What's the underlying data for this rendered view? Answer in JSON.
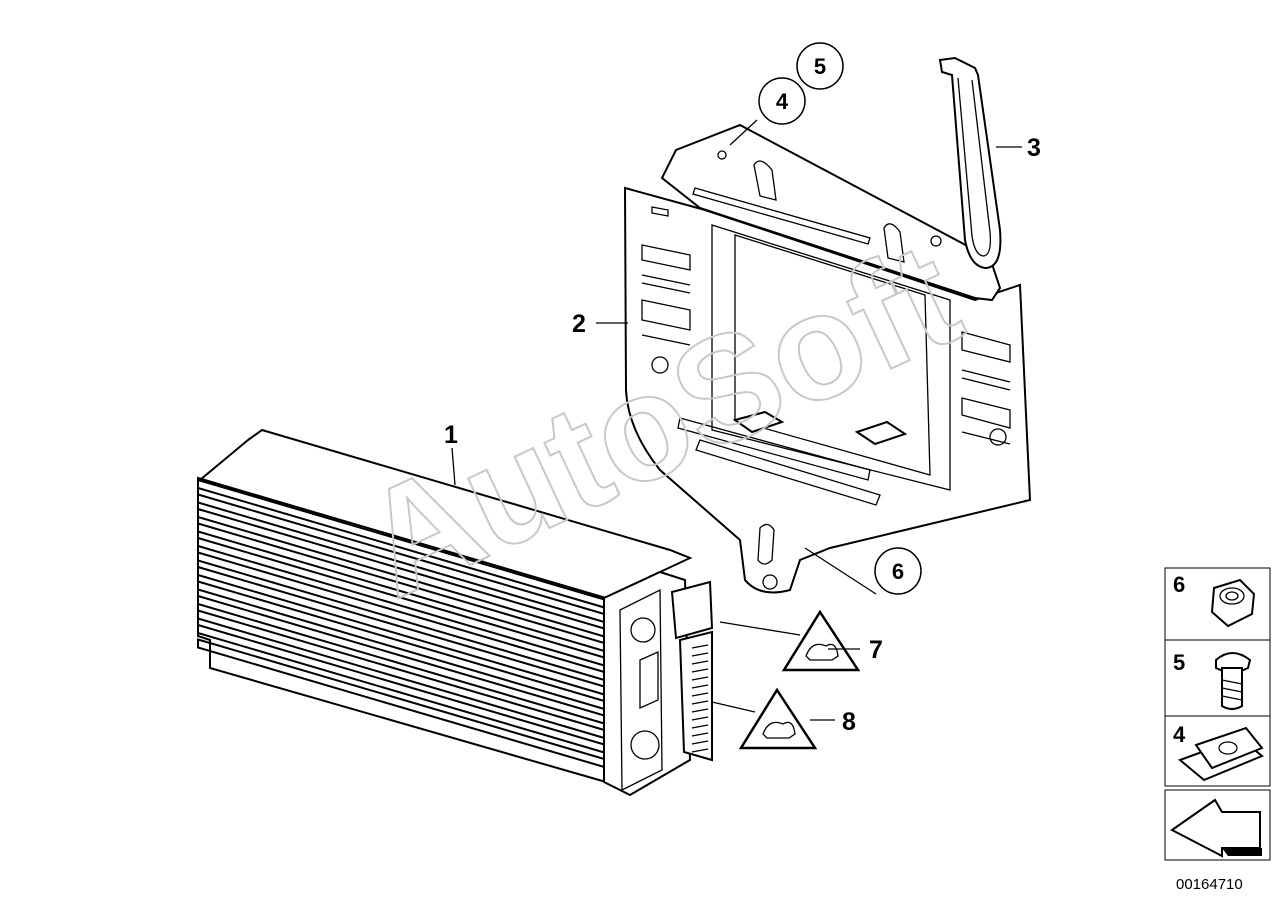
{
  "callouts": {
    "c1": "1",
    "c2": "2",
    "c3": "3",
    "c4": "4",
    "c5": "5",
    "c6": "6",
    "c7": "7",
    "c8": "8"
  },
  "legend": {
    "item_6": "6",
    "item_5": "5",
    "item_4": "4"
  },
  "watermark": "AutoSoft",
  "diagram_code": "00164710"
}
